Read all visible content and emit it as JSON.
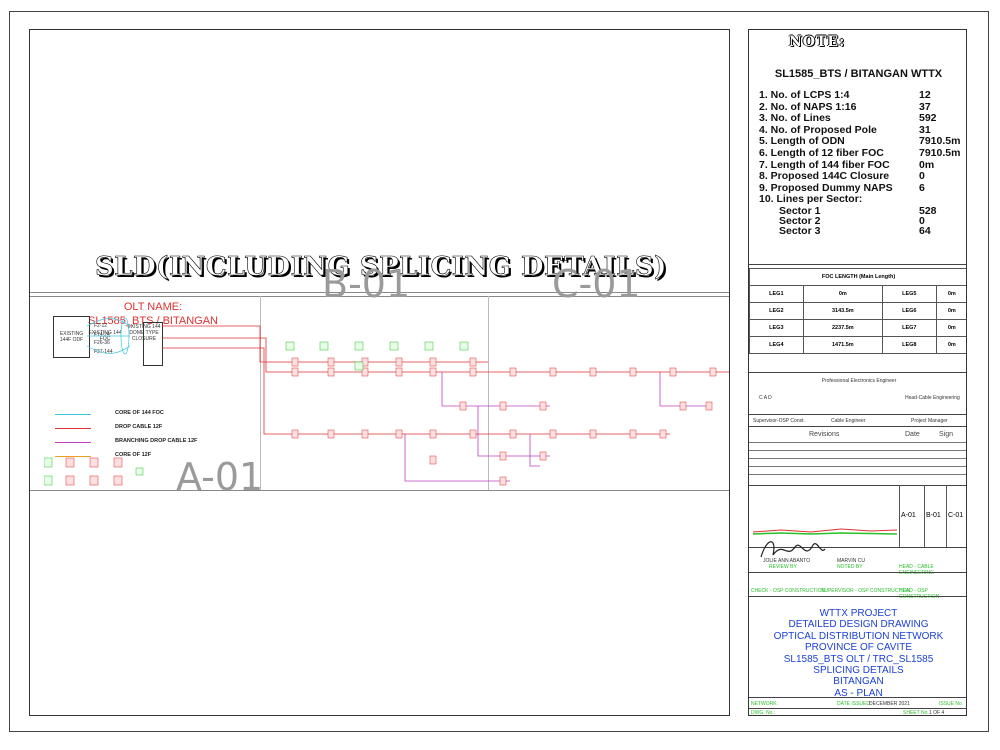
{
  "drawing": {
    "main_title": "SLD(INCLUDING SPLICING DETAILS)",
    "sections": [
      "A-01",
      "B-01",
      "C-01"
    ],
    "olt": {
      "label": "OLT NAME:",
      "name": "SL1585_BTS / BITANGAN",
      "existing_foc": "EXISTING 144 FOC",
      "existing_closure": "EXISTING 144 DOME TYPE CLOSURE",
      "odf": "EXISTING 144F ODF",
      "ports": [
        "F2-12",
        "F14-24",
        "F26-36",
        "F37-144"
      ]
    },
    "legend": [
      {
        "label": "CORE OF 144 FOC",
        "color": "#39c8e0"
      },
      {
        "label": "DROP CABLE 12F",
        "color": "#e03030"
      },
      {
        "label": "BRANCHING DROP CABLE 12F",
        "color": "#c040c0"
      },
      {
        "label": "CORE OF 12F",
        "color": "#f0a020"
      }
    ]
  },
  "note": {
    "heading": "NOTE:",
    "project": "SL1585_BTS / BITANGAN WTTX",
    "items": [
      {
        "label": "1. No. of LCPS 1:4",
        "value": "12"
      },
      {
        "label": "2. No. of NAPS 1:16",
        "value": "37"
      },
      {
        "label": "3. No. of Lines",
        "value": "592"
      },
      {
        "label": "4. No. of Proposed Pole",
        "value": "31"
      },
      {
        "label": "5. Length of ODN",
        "value": "7910.5m"
      },
      {
        "label": "6. Length of 12 fiber FOC",
        "value": "7910.5m"
      },
      {
        "label": "7. Length of 144 fiber FOC",
        "value": "0m"
      },
      {
        "label": "8. Proposed 144C Closure",
        "value": "0"
      },
      {
        "label": "9. Proposed Dummy NAPS",
        "value": "6"
      },
      {
        "label": "10. Lines per Sector:",
        "value": ""
      }
    ],
    "sectors": [
      {
        "label": "Sector 1",
        "value": "528"
      },
      {
        "label": "Sector 2",
        "value": "0"
      },
      {
        "label": "Sector 3",
        "value": "64"
      }
    ]
  },
  "foc_table": {
    "title": "FOC LENGTH (Main Length)",
    "rows": [
      [
        "LEG1",
        "0m",
        "LEG5",
        "0m"
      ],
      [
        "LEG2",
        "3143.5m",
        "LEG6",
        "0m"
      ],
      [
        "LEG3",
        "2237.5m",
        "LEG7",
        "0m"
      ],
      [
        "LEG4",
        "1471.5m",
        "LEG8",
        "0m"
      ]
    ]
  },
  "signatures": {
    "cad": "C A D",
    "engineer_block": "Professional Electronics Engineer",
    "head_cable": "Head-Cable Engineering",
    "supervisor": "Supervisor-OSP Const.",
    "cable_engineer": "Cable Engineer",
    "project_manager": "Project Manager",
    "revisions": "Revisions",
    "date": "Date",
    "sign": "Sign",
    "sheet_keys": [
      "A-01",
      "B-01",
      "C-01"
    ],
    "reviewer_name": "JOLIE ANN ABANTO",
    "reviewed_by": "REVIEW BY",
    "noted_name": "MARVIN CU",
    "noted_by": "NOTED BY",
    "head_cable_eng": "HEAD - CABLE ENGINEERING",
    "check_osp": "CHECK - OSP CONSTRUCTION",
    "supervisor_osp": "SUPERVISOR - OSP CONSTRUCTION",
    "head_osp": "HEAD - OSP CONSTRUCTION"
  },
  "project_block": {
    "lines": [
      "WTTX PROJECT",
      "DETAILED DESIGN DRAWING",
      "OPTICAL DISTRIBUTION NETWORK",
      "PROVINCE OF CAVITE",
      "SL1585_BTS OLT / TRC_SL1585",
      "SPLICING DETAILS",
      "BITANGAN",
      "AS - PLAN"
    ]
  },
  "footer": {
    "network": "NETWORK:",
    "date_issued_label": "DATE ISSUED:",
    "date_issued": "DECEMBER 2021",
    "issue_no": "ISSUE No.",
    "dwg_no": "DWG. No.:",
    "sheet_label": "SHEET No.",
    "sheet_value": "1 OF 4"
  }
}
